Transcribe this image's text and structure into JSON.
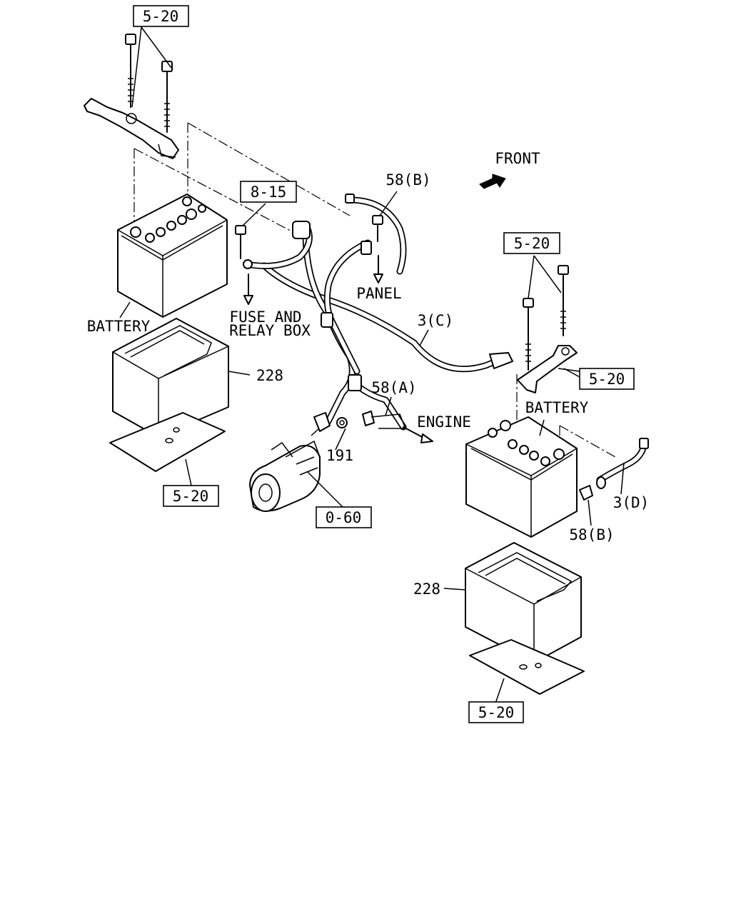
{
  "labels": {
    "ref_5_20_top": "5-20",
    "ref_8_15": "8-15",
    "ref_58b_top": "58(B)",
    "front": "FRONT",
    "panel": "PANEL",
    "fuse_relay_line1": "FUSE AND",
    "fuse_relay_line2": "RELAY BOX",
    "battery_left": "BATTERY",
    "ref_3c": "3(C)",
    "ref_5_20_right_bolts": "5-20",
    "ref_5_20_right_bracket": "5-20",
    "ref_228_left": "228",
    "ref_58a": "58(A)",
    "engine": "ENGINE",
    "battery_right": "BATTERY",
    "ref_191": "191",
    "ref_5_20_left_tray": "5-20",
    "ref_0_60": "0-60",
    "ref_3d": "3(D)",
    "ref_58b_right": "58(B)",
    "ref_228_right": "228",
    "ref_5_20_bottom": "5-20"
  },
  "icons": {
    "front_arrow": "front-direction-arrow-icon",
    "starter": "starter-motor-icon",
    "battery": "battery-icon"
  }
}
